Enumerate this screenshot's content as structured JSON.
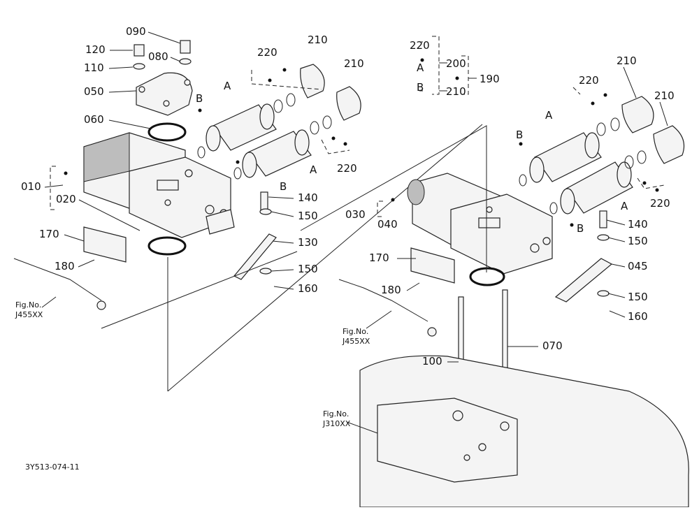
{
  "diagram_code": "3Y513-074-11",
  "fig_refs": {
    "left_fig_label": "Fig.No.",
    "left_fig_code": "J455XX",
    "right_fig_label": "Fig.No.",
    "right_fig_code": "J455XX",
    "bottom_fig_label": "Fig.No.",
    "bottom_fig_code": "J310XX"
  },
  "legend": {
    "l220": "220",
    "lA": "A",
    "lB": "B",
    "l200": "200",
    "l210": "210",
    "l190": "190"
  },
  "left_labels": {
    "p090": "090",
    "p120": "120",
    "p080": "080",
    "p110": "110",
    "p050": "050",
    "p220a": "220",
    "p210a": "210",
    "p210b": "210",
    "pA1": "A",
    "pB1": "B",
    "p060": "060",
    "p010": "010",
    "p020": "020",
    "pA2": "A",
    "p220b": "220",
    "pB2": "B",
    "p140": "140",
    "p150a": "150",
    "p130": "130",
    "p170": "170",
    "p180": "180",
    "p150b": "150",
    "p160": "160"
  },
  "right_labels": {
    "p210a": "210",
    "p220a": "220",
    "p210b": "210",
    "pA1": "A",
    "pB1": "B",
    "p030": "030",
    "p040": "040",
    "pB2": "B",
    "pA2": "A",
    "p220b": "220",
    "p140": "140",
    "p150a": "150",
    "p045": "045",
    "p170": "170",
    "p180": "180",
    "p150b": "150",
    "p160": "160",
    "p070": "070",
    "p100": "100"
  }
}
